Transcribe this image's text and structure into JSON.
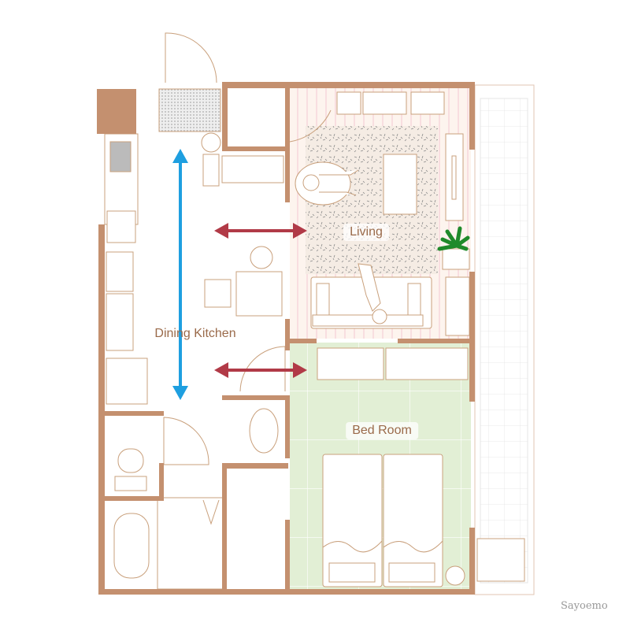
{
  "rooms": {
    "dining_kitchen": "Dining Kitchen",
    "living": "Living",
    "bed_room": "Bed Room"
  },
  "watermark": "Sayoemo",
  "colors": {
    "wall": "#c4906f",
    "line": "#c9a07c",
    "living_floor": "#fdf4ee",
    "bedroom_floor": "#e2efd5",
    "flow_vertical": "#1e9fe0",
    "flow_horizontal": "#b13a47"
  }
}
